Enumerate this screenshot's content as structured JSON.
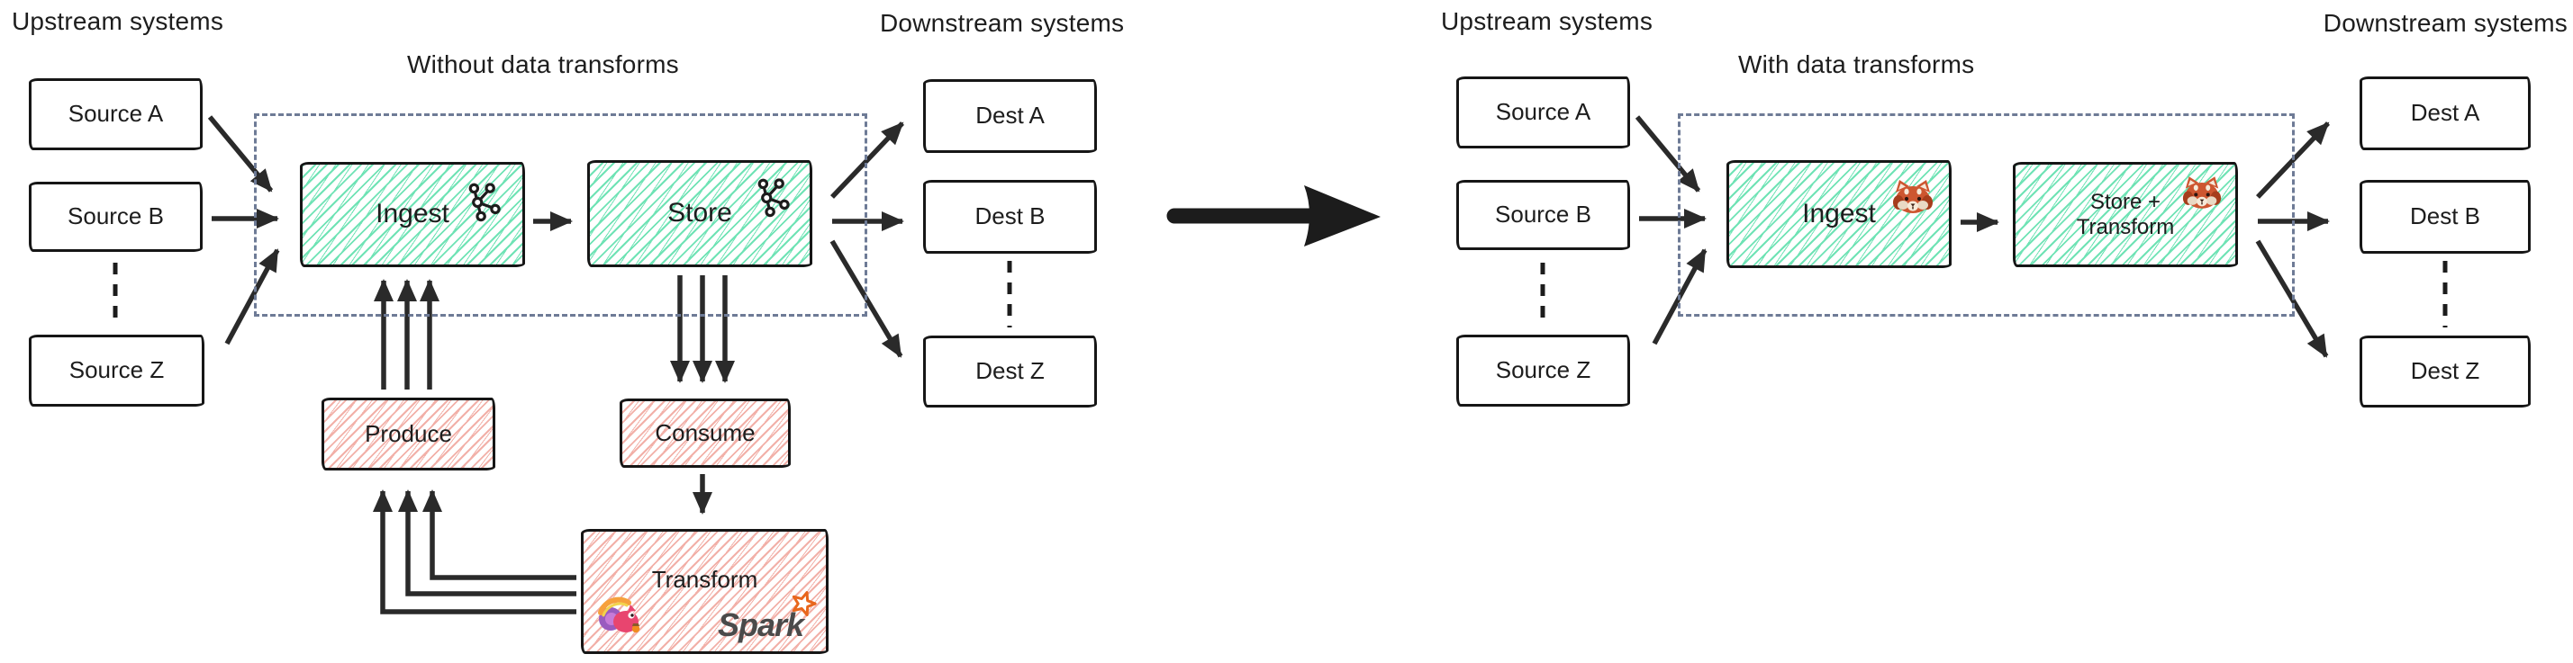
{
  "colors": {
    "ink": "#1d1d1d",
    "arrow": "#2a2a2a",
    "teal-hatch": "#6fe3b5",
    "pink-hatch": "#f2b0a8",
    "boundary-dash": "#6e7b96",
    "spark-orange": "#e8661c",
    "spark-text": "#4a4a4a",
    "flink-pink": "#e8456f",
    "flink-purple": "#9a5bbf",
    "flink-orange": "#f6a13c",
    "panda-orange": "#cd5630"
  },
  "left": {
    "upstream_title": "Upstream systems",
    "downstream_title": "Downstream systems",
    "title": "Without data transforms",
    "sources": [
      {
        "label": "Source A"
      },
      {
        "label": "Source B"
      },
      {
        "label": "Source Z"
      }
    ],
    "dests": [
      {
        "label": "Dest A"
      },
      {
        "label": "Dest B"
      },
      {
        "label": "Dest Z"
      }
    ],
    "ingest_label": "Ingest",
    "store_label": "Store",
    "produce_label": "Produce",
    "consume_label": "Consume",
    "transform_label": "Transform",
    "spark_label": "Spark",
    "ingest_icon": "kafka-logo",
    "store_icon": "kafka-logo",
    "transform_icons": [
      "flink-squirrel-logo",
      "spark-logo"
    ]
  },
  "right": {
    "upstream_title": "Upstream systems",
    "downstream_title": "Downstream systems",
    "title": "With data transforms",
    "sources": [
      {
        "label": "Source A"
      },
      {
        "label": "Source B"
      },
      {
        "label": "Source Z"
      }
    ],
    "dests": [
      {
        "label": "Dest A"
      },
      {
        "label": "Dest B"
      },
      {
        "label": "Dest Z"
      }
    ],
    "ingest_label": "Ingest",
    "ingest_icon": "redpanda-logo",
    "store_transform_line1": "Store +",
    "store_transform_line2": "Transform",
    "store_transform_icon": "redpanda-logo"
  }
}
